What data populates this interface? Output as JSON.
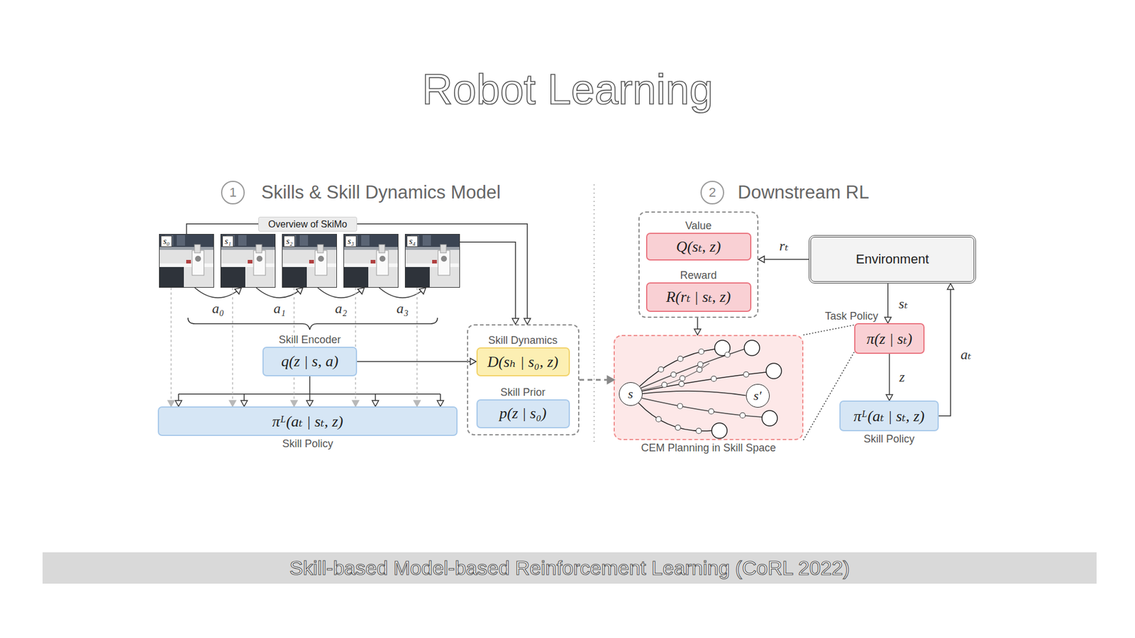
{
  "diagram": {
    "title": "Robot Learning",
    "caption": "Skill-based Model-based Reinforcement Learning (CoRL 2022)",
    "nodes": [
      {
        "text": [
          "1"
        ]
      },
      {
        "text": [
          "2"
        ]
      },
      {
        "text": [
          "Overview of SkiMo"
        ]
      },
      {
        "text": []
      },
      {
        "text": [
          "Value",
          "Q(sₜ, z)"
        ],
        "in": 3
      },
      {
        "text": [
          "Reward",
          "R(rₜ | sₜ, z)"
        ],
        "in": 3
      },
      {
        "text": [
          "Environment"
        ]
      },
      {
        "text": [
          "s₀"
        ]
      },
      {
        "text": [
          "s₁"
        ]
      },
      {
        "text": [
          "s₂"
        ]
      },
      {
        "text": [
          "s₃"
        ]
      },
      {
        "text": [
          "s₄"
        ]
      },
      {
        "text": [
          "Task Policy",
          "π(z | sₜ)"
        ]
      },
      {
        "text": [
          "Skill Encoder",
          "q(z | s, a)"
        ]
      },
      {
        "text": []
      },
      {
        "text": [
          "Skill Dynamics",
          "D(sₕ | s₀, z)"
        ],
        "in": 14
      },
      {
        "text": [
          "Skill Prior",
          "p(z | s₀)"
        ],
        "in": 14
      },
      {
        "text": [
          "CEM Planning in Skill Space"
        ]
      },
      {
        "text": [
          "s"
        ],
        "in": 17
      },
      {
        "text": [
          "s′"
        ],
        "in": 17
      },
      {
        "text": [
          "πᴸ(aₜ | sₜ, z)",
          "Skill Policy"
        ]
      },
      {
        "text": [
          "πᴸ(aₜ | sₜ, z)",
          "Skill Policy"
        ]
      }
    ],
    "edges": [
      {
        "from": 7,
        "to": 8,
        "arrow": "to",
        "label": "a₀"
      },
      {
        "from": 8,
        "to": 9,
        "arrow": "to",
        "label": "a₁"
      },
      {
        "from": 9,
        "to": 10,
        "arrow": "to",
        "label": "a₂"
      },
      {
        "from": 10,
        "to": 11,
        "arrow": "to",
        "label": "a₃"
      },
      {
        "from": 7,
        "to": 14,
        "arrow": "to"
      },
      {
        "from": 11,
        "to": 14,
        "arrow": "to"
      },
      {
        "from": 13,
        "to": 15,
        "arrow": "to"
      },
      {
        "from": 13,
        "to": 20,
        "arrow": "to"
      },
      {
        "from": 7,
        "to": 20,
        "arrow": "to"
      },
      {
        "from": 8,
        "to": 20,
        "arrow": "to"
      },
      {
        "from": 9,
        "to": 20,
        "arrow": "to"
      },
      {
        "from": 10,
        "to": 20,
        "arrow": "to"
      },
      {
        "from": 11,
        "to": 20,
        "arrow": "to"
      },
      {
        "from": 14,
        "to": 17,
        "arrow": "to"
      },
      {
        "from": 3,
        "to": 17,
        "arrow": "to"
      },
      {
        "from": 6,
        "to": 3,
        "arrow": "to",
        "label": "rₜ"
      },
      {
        "from": 6,
        "to": 12,
        "arrow": "to",
        "label": "sₜ"
      },
      {
        "from": 12,
        "to": 21,
        "arrow": "to",
        "label": "z"
      },
      {
        "from": 21,
        "to": 6,
        "arrow": "to",
        "label": "aₜ"
      },
      {
        "from": 17,
        "to": 12,
        "arrow": "none"
      },
      {
        "from": 17,
        "to": 12,
        "arrow": "none"
      },
      {
        "from": 18,
        "to": 19,
        "arrow": "none"
      }
    ],
    "labels": [
      "Skills & Skill Dynamics Model",
      "Downstream RL"
    ]
  }
}
